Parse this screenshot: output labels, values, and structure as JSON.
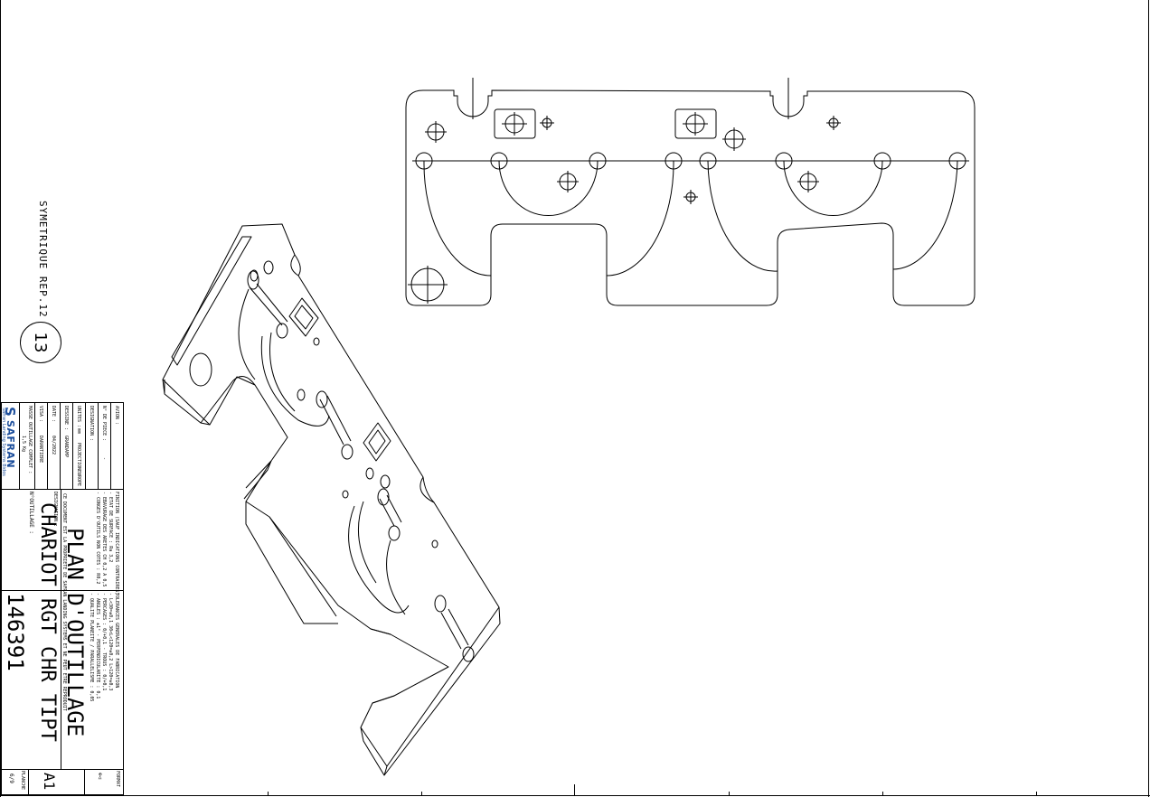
{
  "side_note": "SYMETRIQUE REP.12",
  "balloon_number": "13",
  "title_block": {
    "brand": "SAFRAN",
    "brand_sub": "Safran Landing Systems Bidos",
    "avion_label": "AVION :",
    "piece_label": "N° DE PIECE :",
    "piece_value": "-",
    "designation_label": "DESIGNATION :",
    "unites_label": "UNITES :",
    "unites_value": "mm",
    "projection_label": "PROJECTION :",
    "projection_value": "EUROPE",
    "dessine_label": "DESSINE :",
    "dessine_value": "GRANDAMP",
    "date_label": "DATE :",
    "date_value": "04/2022",
    "visa_label": "VISA :",
    "visa_value": "DARANTIERE",
    "masse_label": "MASSE OUTILLAGE COMPLET :",
    "masse_value": "1,5 Kg",
    "finition_lines": [
      "FINITION (SAUF INDICATIONS CONTRAIRES)",
      "- ETAT DE SURFACE : Ra 3,2",
      "- EBAVURAGE DES ARETES CH 0,2 A 0,5",
      "- CONGES D'OUTILS NON COTES : R0,2"
    ],
    "tolerances_lines": [
      "TOLERANCES GENERALES DE FABRICATION",
      "- L<30=±0,1   30<L<120=±0,2   L>120=±0,3",
      "- PERCAGES : 0/+0,1    - TROUS : 0/+0,1",
      "- ANGLES : ±1°    - PERPENDICULARITE : 0,1",
      "- QUALITE PLANEITE / PARALLELISME : 0,05"
    ],
    "confidential_note": "CE DOCUMENT EST LA PROPRIETE DE SAFRAN LANDING SYSTEMS ET NE PEUT ETRE REPRODUIT",
    "designation_field_label": "DESIGNATION :",
    "title_1": "PLAN D'OUTILLAGE",
    "title_2": "CHARIOT RGT CHR TIPT",
    "outillage_label": "N°OUTILLAGE :",
    "outillage_number": "146391",
    "format_label": "FORMAT",
    "format_value": "A1",
    "planche_label": "PLANCHE",
    "planche_value": "6/9"
  },
  "colors": {
    "ink": "#000000",
    "brand": "#1b4d9b",
    "paper": "#ffffff"
  }
}
